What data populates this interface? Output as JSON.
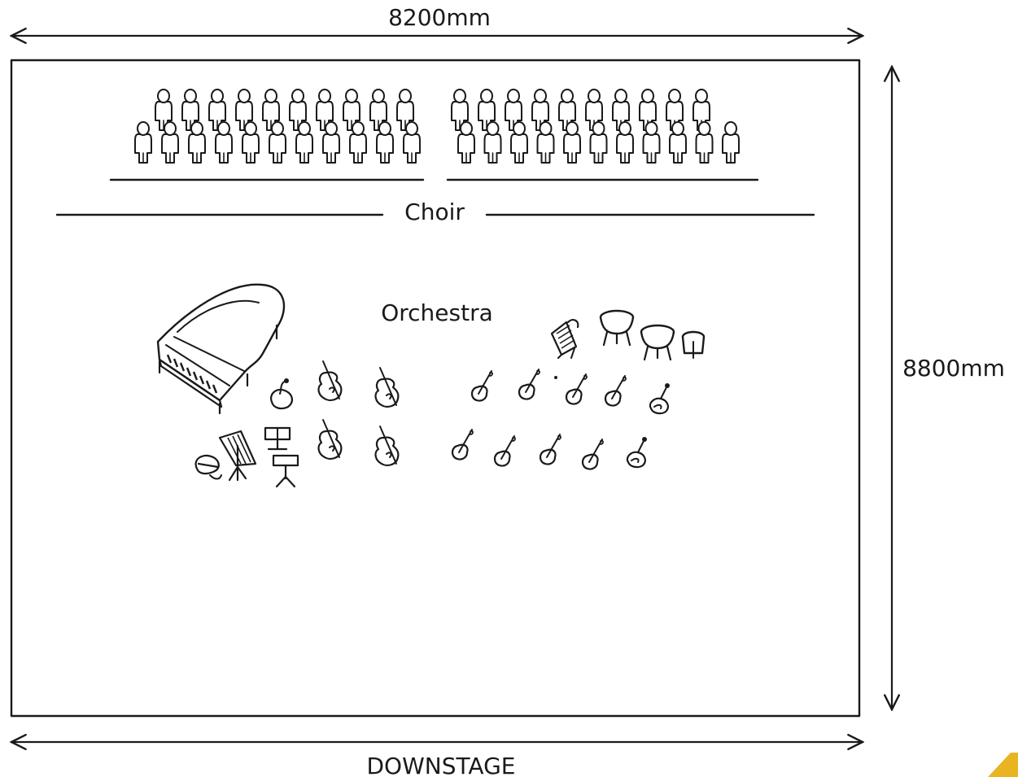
{
  "dimensions": {
    "width_label": "8200mm",
    "depth_label": "8800mm"
  },
  "labels": {
    "choir": "Choir",
    "orchestra": "Orchestra",
    "downstage": "DOWNSTAGE"
  },
  "choir": {
    "sections": [
      {
        "name": "left",
        "back_row": 10,
        "front_row": 11
      },
      {
        "name": "right",
        "back_row": 10,
        "front_row": 11
      }
    ]
  },
  "orchestra": {
    "instruments": [
      "grand-piano",
      "harp",
      "conductor-stand",
      "music-stand",
      "percussion-stand",
      "timpani",
      "cello",
      "violin",
      "double-bass"
    ]
  },
  "colors": {
    "line": "#1a1a1a",
    "background": "#ffffff",
    "logo": "#e8b422"
  }
}
